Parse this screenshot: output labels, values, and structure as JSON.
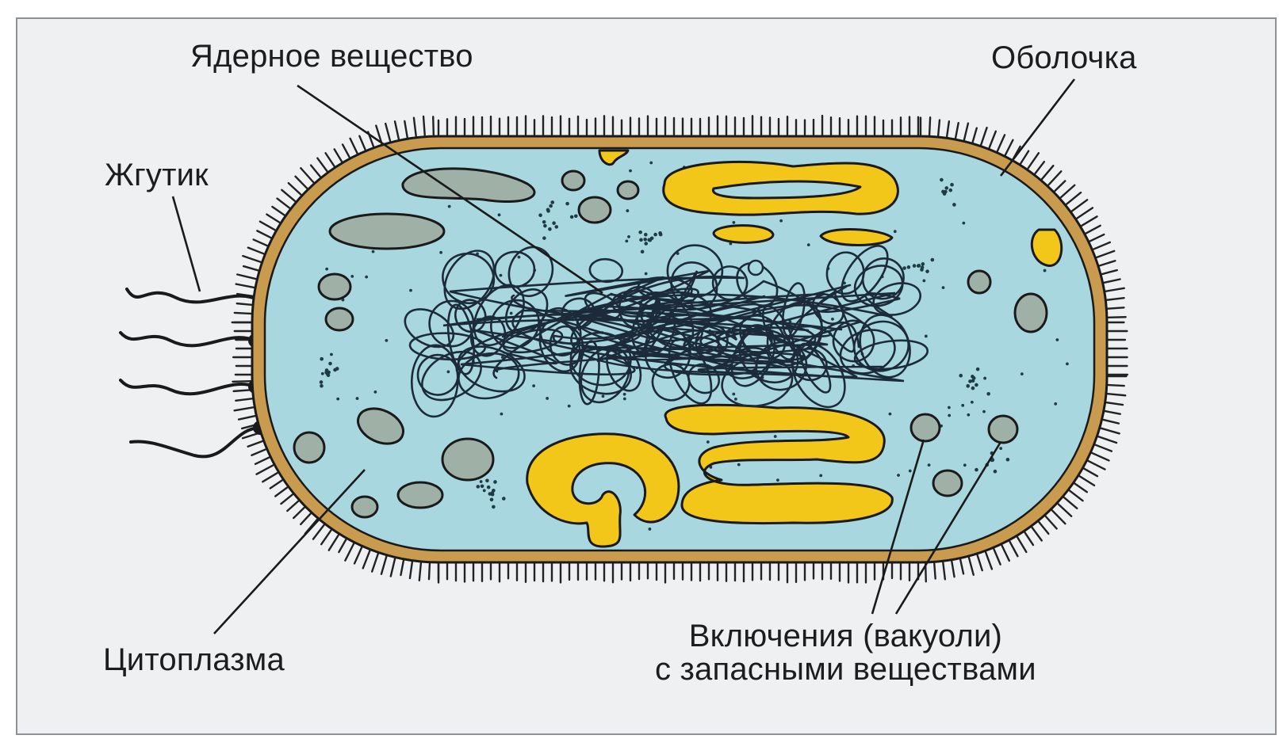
{
  "labels": {
    "nucleus": "Ядерное вещество",
    "shell": "Оболочка",
    "flagellum": "Жгутик",
    "cytoplasm": "Цитоплазма",
    "inclusions_line1": "Включения (вакуоли)",
    "inclusions_line2": "с запасными веществами"
  },
  "colors": {
    "background": "#eef0f2",
    "cytoplasm": "#a9d7e0",
    "membrane": "#c99b4e",
    "reserve_inclusions": "#f3c61a",
    "vacuoles": "#9fb0a7",
    "outline": "#1a1a1a"
  }
}
